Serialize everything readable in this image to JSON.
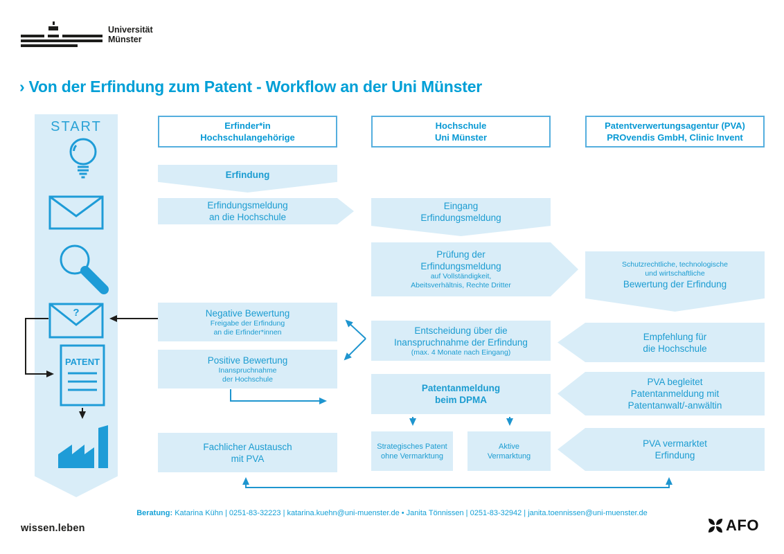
{
  "colors": {
    "accent_text": "#009fd6",
    "node_text": "#1b9cd1",
    "light_blue_fill": "#d9edf8",
    "icon_blue": "#1e9cd7",
    "connector_blue": "#1e95cf",
    "black": "#1d1d1b"
  },
  "logo": {
    "line1": "Universität",
    "line2": "Münster"
  },
  "title": {
    "chevron": "›",
    "text": "Von der Erfindung zum Patent - Workflow an der Uni Münster"
  },
  "sidebar": {
    "start_label": "START",
    "patent_label": "PATENT",
    "question_mark": "?"
  },
  "columns": {
    "erfinder": {
      "header_line1": "Erfinder*in",
      "header_line2": "Hochschulangehörige"
    },
    "hochschule": {
      "header_line1": "Hochschule",
      "header_line2": "Uni Münster"
    },
    "pva": {
      "header_line1": "Patentverwertungsagentur (PVA)",
      "header_line2": "PROvendis GmbH, Clinic Invent"
    }
  },
  "nodes": {
    "erfindung": {
      "title": "Erfindung"
    },
    "erfindungsmeldung": {
      "line1": "Erfindungsmeldung",
      "line2": "an die Hochschule"
    },
    "eingang": {
      "line1": "Eingang",
      "line2": "Erfindungsmeldung"
    },
    "pruefung": {
      "line1": "Prüfung der",
      "line2": "Erfindungsmeldung",
      "sub1": "auf Vollständigkeit,",
      "sub2": "Abeitsverhältnis, Rechte Dritter"
    },
    "bewertung": {
      "sub1": "Schutzrechtliche, technologische",
      "sub2": "und wirtschaftliche",
      "title": "Bewertung der Erfindung"
    },
    "negative": {
      "title": "Negative Bewertung",
      "sub1": "Freigabe der Erfindung",
      "sub2": "an die Erfinder*innen"
    },
    "positive": {
      "title": "Positive Bewertung",
      "sub1": "Inanspruchnahme",
      "sub2": "der Hochschule"
    },
    "entscheidung": {
      "line1": "Entscheidung über die",
      "line2": "Inanspruchnahme der Erfindung",
      "sub": "(max. 4 Monate nach Eingang)"
    },
    "empfehlung": {
      "line1": "Empfehlung für",
      "line2": "die Hochschule"
    },
    "patentanmeldung": {
      "line1": "Patentanmeldung",
      "line2": "beim DPMA"
    },
    "pva_begleitet": {
      "line1": "PVA begleitet",
      "line2": "Patentanmeldung mit",
      "line3": "Patentanwalt/-anwältin"
    },
    "strategisch": {
      "line1": "Strategisches Patent",
      "line2": "ohne Vermarktung"
    },
    "aktiv": {
      "line1": "Aktive",
      "line2": "Vermarktung"
    },
    "pva_vermarktet": {
      "line1": "PVA vermarktet",
      "line2": "Erfindung"
    },
    "fachlich": {
      "line1": "Fachlicher Austausch",
      "line2": "mit PVA"
    }
  },
  "footer": {
    "beratung_label": "Beratung:",
    "contact": "Katarina Kühn | 0251-83-32223 | katarina.kuehn@uni-muenster.de • Janita Tönnissen | 0251-83-32942 | janita.toennissen@uni-muenster.de",
    "claim": "wissen.leben",
    "afo_label": "AFO"
  }
}
